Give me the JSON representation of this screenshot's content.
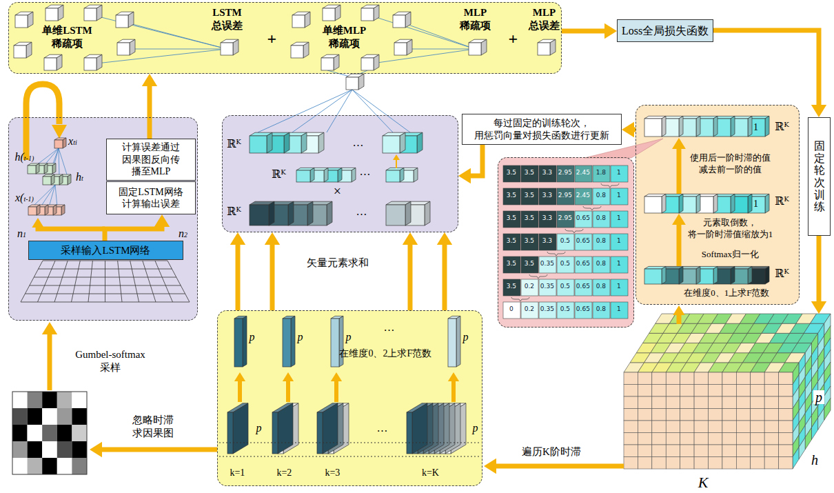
{
  "diagram": {
    "nodes": [
      {
        "text": [
          "单维LSTM 稀疏项",
          "LSTM 总误差",
          "+",
          "单维MLP 稀疏项",
          "MLP 稀疏项",
          "+",
          "MLP 总误差"
        ]
      },
      {
        "text": [
          "Loss全局损失函数"
        ]
      },
      {
        "text": [
          "固定轮次训练"
        ]
      },
      {
        "text": [
          "xti",
          "h(t-1)",
          "ht",
          "x(t-1)",
          "n1",
          "n2"
        ]
      },
      {
        "text": [
          "计算误差通过 因果图反向传 播至MLP"
        ],
        "in": 3
      },
      {
        "text": [
          "固定LSTM网络 计算输出误差"
        ],
        "in": 3
      },
      {
        "text": [
          "采样输入LSTM网络"
        ],
        "in": 3
      },
      {
        "text": [
          "ℝᴷ",
          "…",
          "ℝᴷ",
          "…",
          "×",
          "ℝᴷ",
          "…"
        ]
      },
      {
        "text": [
          "每过固定的训练轮次， 用惩罚向量对损失函数进行更新"
        ]
      },
      {
        "text": [
          "ℝᴷ",
          "1",
          "使用后一阶时滞的值 减去前一阶的值",
          "ℝᴷ",
          "1",
          "元素取倒数， 将一阶时滞值缩放为1",
          "Softmax归一化",
          "ℝᴷ",
          "在维度0、1上求F范数"
        ]
      },
      {
        "text": [
          "3.5",
          "3.5",
          "3.3",
          "2.95",
          "2.45",
          "1.8",
          "1",
          "3.5",
          "3.5",
          "3.3",
          "2.95",
          "2.45",
          "0.8",
          "1",
          "3.5",
          "3.5",
          "3.3",
          "2.95",
          "0.65",
          "0.8",
          "1",
          "3.5",
          "3.5",
          "3.3",
          "0.5",
          "0.65",
          "0.8",
          "1",
          "3.5",
          "3.5",
          "0.35",
          "0.5",
          "0.65",
          "0.8",
          "1",
          "3.5",
          "0.2",
          "0.35",
          "0.5",
          "0.65",
          "0.8",
          "1",
          "0",
          "0.2",
          "0.35",
          "0.5",
          "0.65",
          "0.8",
          "1"
        ]
      },
      {
        "text": [
          "p",
          "p",
          "p",
          "p",
          "…",
          "在维度0、2上求F范数",
          "p",
          "p",
          "…",
          "k=1",
          "k=2",
          "k=3",
          "k=K"
        ]
      }
    ],
    "edges": [
      {
        "from": 0,
        "to": 1,
        "arrow": "to"
      },
      {
        "from": 1,
        "to": 2,
        "arrow": "to"
      },
      {
        "from": 9,
        "to": 8,
        "arrow": "to"
      },
      {
        "from": 8,
        "to": 7,
        "arrow": "to"
      },
      {
        "from": 4,
        "to": 0,
        "arrow": "to"
      },
      {
        "from": 6,
        "to": 5,
        "arrow": "to"
      },
      {
        "from": 11,
        "to": 7,
        "arrow": "to"
      },
      {
        "from": 11,
        "to": 7,
        "arrow": "to"
      },
      {
        "from": 11,
        "to": 7,
        "arrow": "to"
      },
      {
        "from": 11,
        "to": 7,
        "arrow": "to"
      }
    ],
    "labels": [
      "矢量元素求和",
      "Gumbel-softmax 采样",
      "忽略时滞 求因果图",
      "遍历K阶时滞",
      "K",
      "h",
      "p"
    ]
  }
}
